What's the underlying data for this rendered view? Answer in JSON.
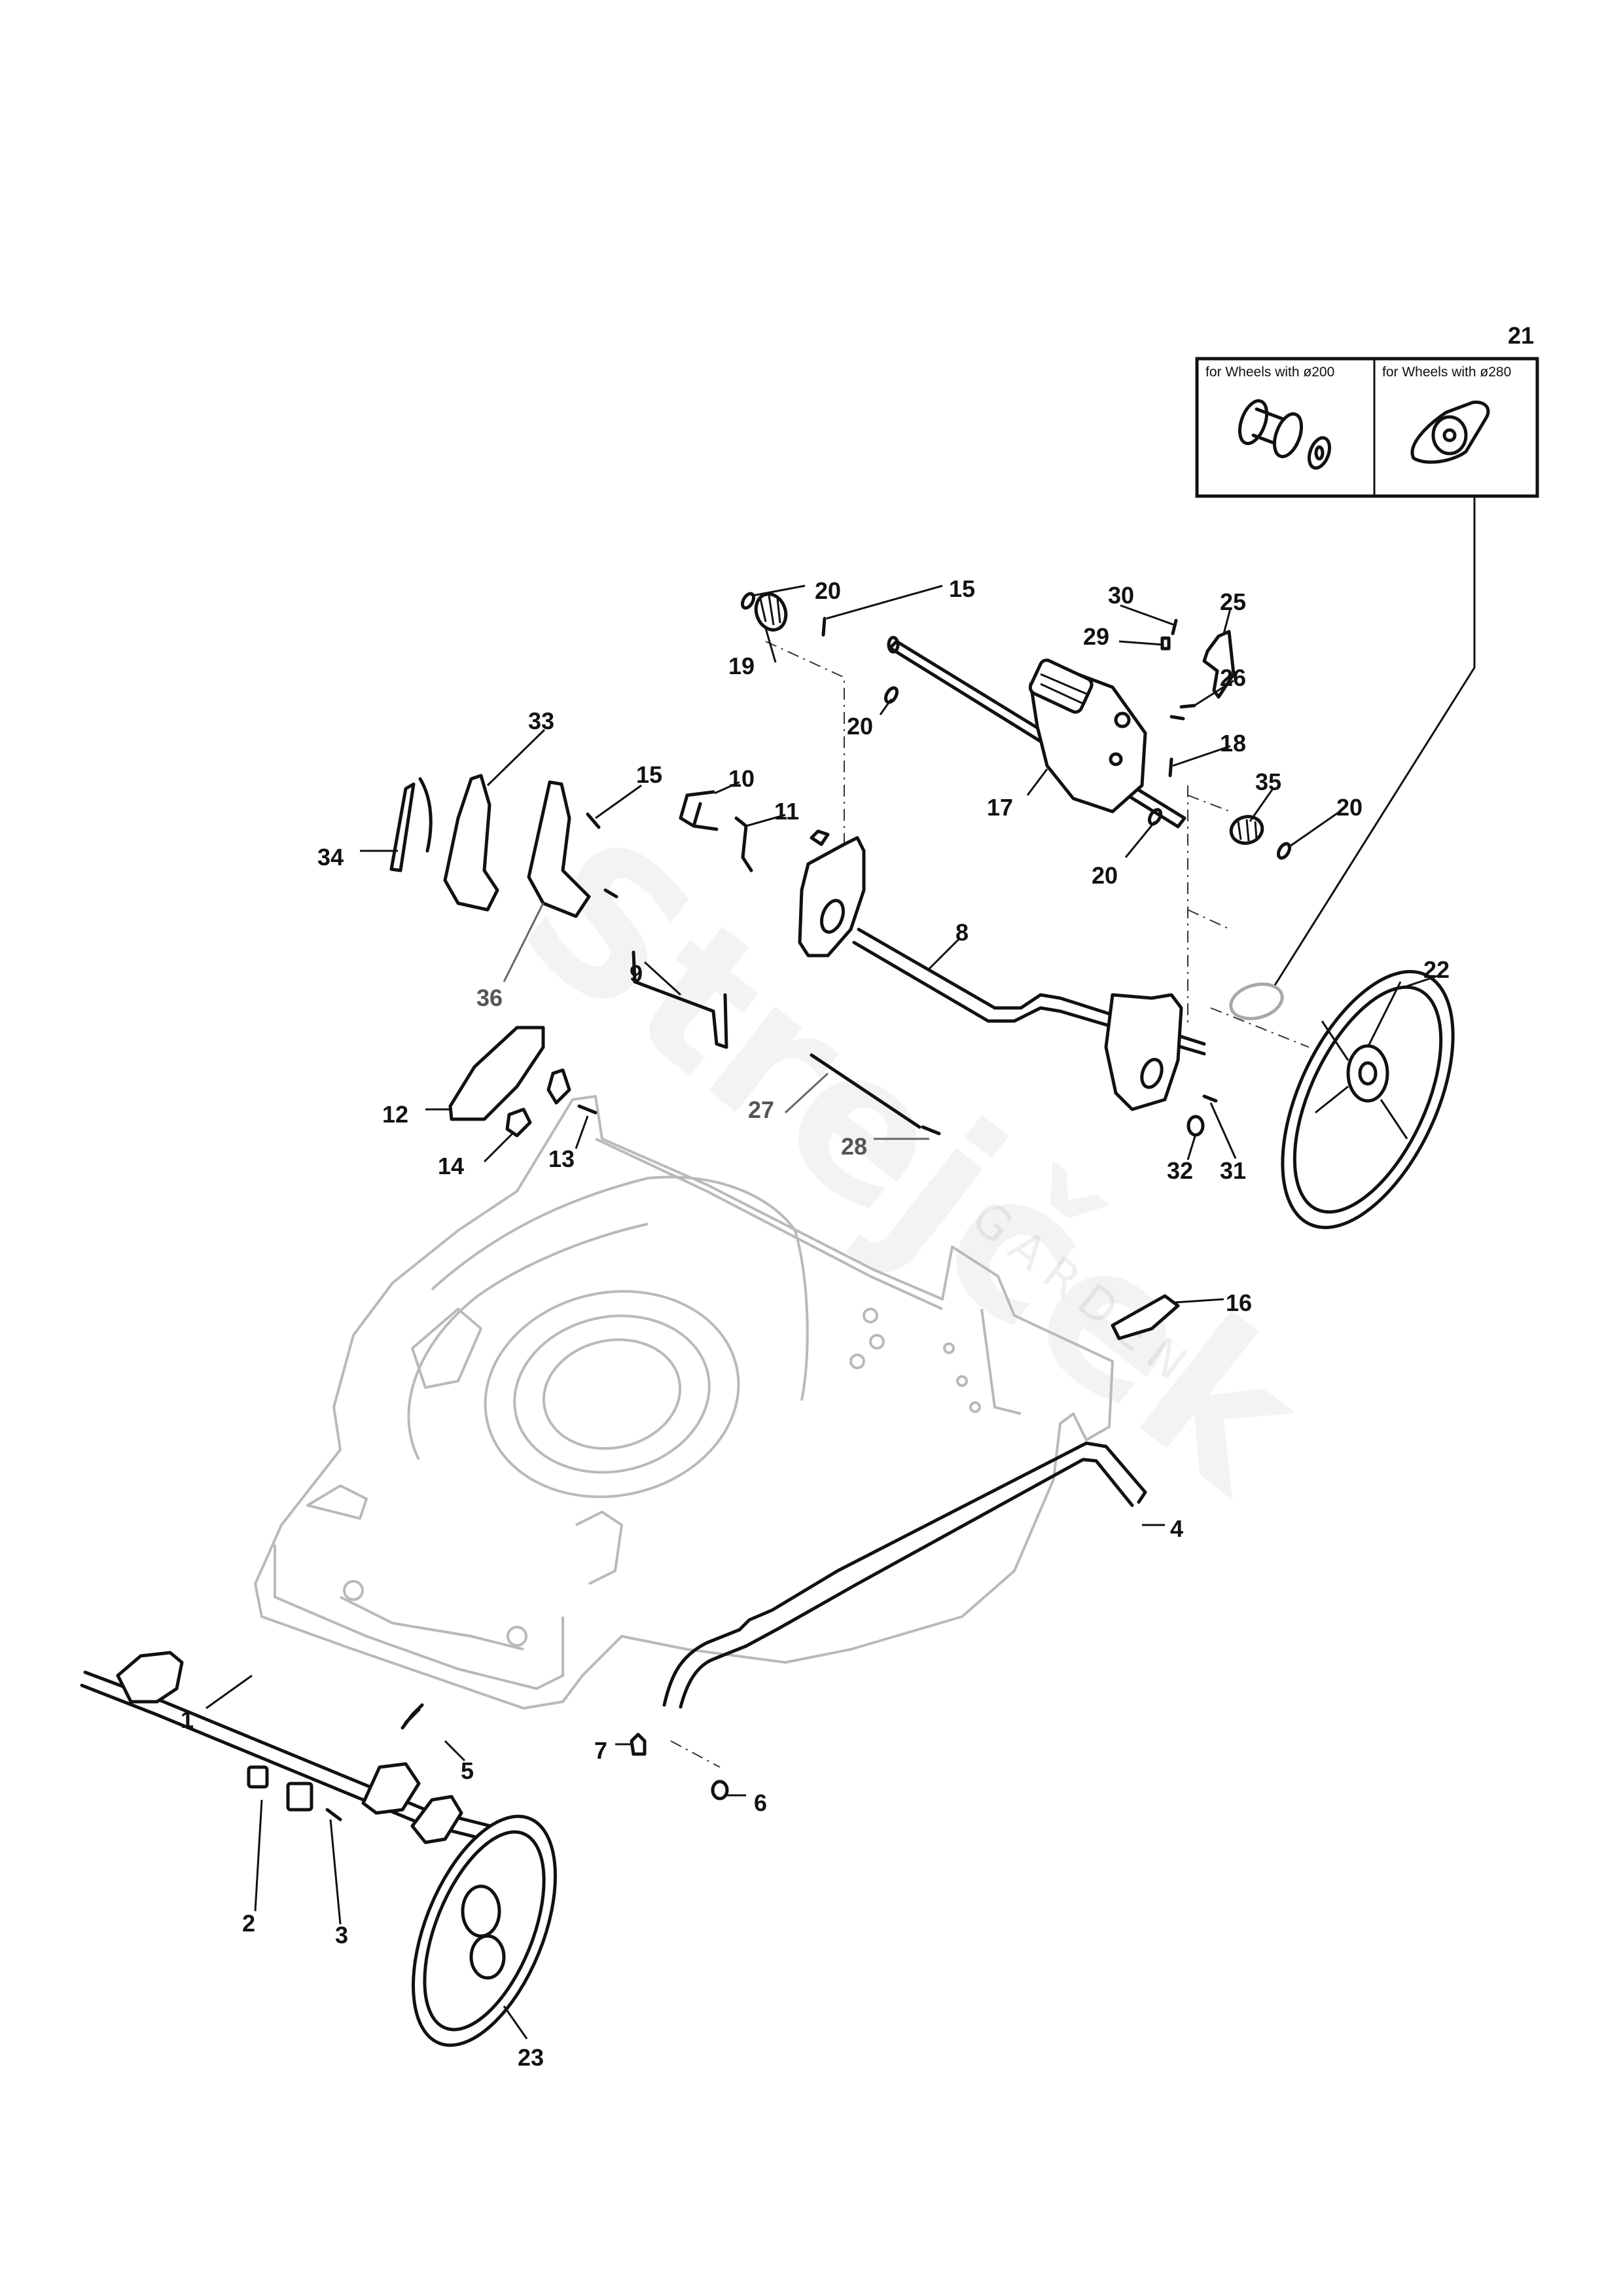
{
  "diagram": {
    "title": "Lawn mower deck, axles and drive - exploded parts diagram",
    "watermark": {
      "brand": "Strejček",
      "sub": "GARDEN"
    },
    "kit": {
      "number": "21",
      "options": [
        {
          "caption": "for Wheels with ø200"
        },
        {
          "caption": "for Wheels with ø280"
        }
      ]
    },
    "callouts": [
      {
        "id": "c21",
        "label": "21",
        "part": "wheel hub kit"
      },
      {
        "id": "c20a",
        "label": "20",
        "part": "circlip"
      },
      {
        "id": "c15a",
        "label": "15",
        "part": "pin"
      },
      {
        "id": "c30",
        "label": "30",
        "part": "screw"
      },
      {
        "id": "c25",
        "label": "25",
        "part": "bracket"
      },
      {
        "id": "c19",
        "label": "19",
        "part": "pinion"
      },
      {
        "id": "c29",
        "label": "29",
        "part": "nut"
      },
      {
        "id": "c26",
        "label": "26",
        "part": "screw"
      },
      {
        "id": "c20b",
        "label": "20",
        "part": "circlip"
      },
      {
        "id": "c33",
        "label": "33",
        "part": "cover"
      },
      {
        "id": "c18",
        "label": "18",
        "part": "pin"
      },
      {
        "id": "c15b",
        "label": "15",
        "part": "screw"
      },
      {
        "id": "c10",
        "label": "10",
        "part": "bracket"
      },
      {
        "id": "c17",
        "label": "17",
        "part": "gearbox"
      },
      {
        "id": "c35",
        "label": "35",
        "part": "pinion"
      },
      {
        "id": "c20c",
        "label": "20",
        "part": "circlip"
      },
      {
        "id": "c11",
        "label": "11",
        "part": "spring"
      },
      {
        "id": "c34",
        "label": "34",
        "part": "lever strip"
      },
      {
        "id": "c20d",
        "label": "20",
        "part": "circlip"
      },
      {
        "id": "c8",
        "label": "8",
        "part": "rear axle"
      },
      {
        "id": "c9",
        "label": "9",
        "part": "rod"
      },
      {
        "id": "c22",
        "label": "22",
        "part": "rear wheel"
      },
      {
        "id": "c36",
        "label": "36",
        "part": "lever base"
      },
      {
        "id": "c27",
        "label": "27",
        "part": "shaft"
      },
      {
        "id": "c12",
        "label": "12",
        "part": "height adjuster"
      },
      {
        "id": "c28",
        "label": "28",
        "part": "screw"
      },
      {
        "id": "c13",
        "label": "13",
        "part": "screw"
      },
      {
        "id": "c14",
        "label": "14",
        "part": "washer plate"
      },
      {
        "id": "c32",
        "label": "32",
        "part": "washer"
      },
      {
        "id": "c31",
        "label": "31",
        "part": "screw"
      },
      {
        "id": "c16",
        "label": "16",
        "part": "clip"
      },
      {
        "id": "c4",
        "label": "4",
        "part": "link rod"
      },
      {
        "id": "c1",
        "label": "1",
        "part": "front axle"
      },
      {
        "id": "c7",
        "label": "7",
        "part": "clip nut"
      },
      {
        "id": "c5",
        "label": "5",
        "part": "spring"
      },
      {
        "id": "c6",
        "label": "6",
        "part": "bushing"
      },
      {
        "id": "c2",
        "label": "2",
        "part": "holder"
      },
      {
        "id": "c3",
        "label": "3",
        "part": "screw"
      },
      {
        "id": "c23",
        "label": "23",
        "part": "front wheel"
      }
    ]
  }
}
